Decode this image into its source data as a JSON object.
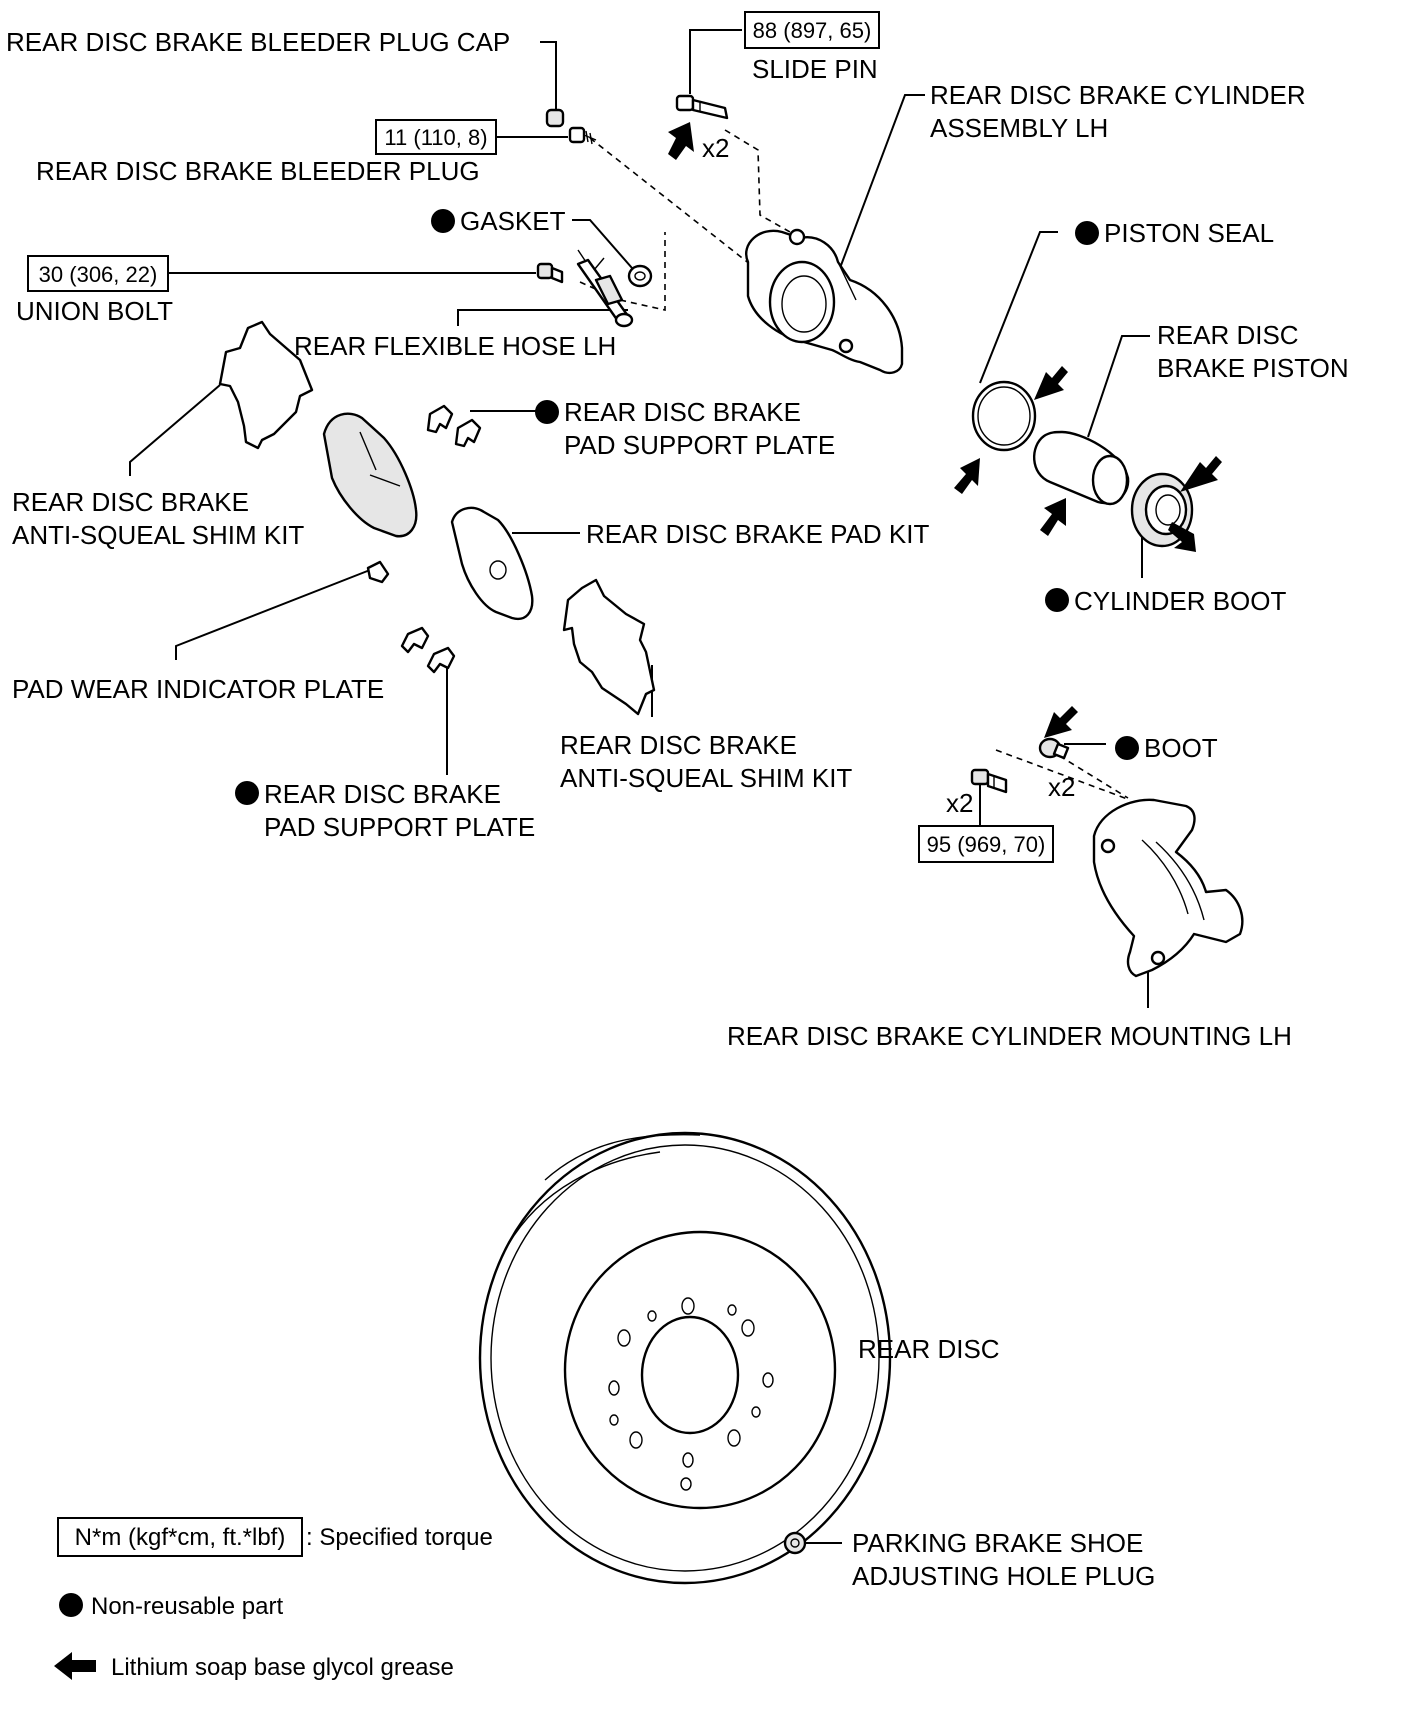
{
  "labels": {
    "bleeder_plug_cap": "REAR DISC BRAKE BLEEDER PLUG CAP",
    "bleeder_plug": "REAR DISC BRAKE BLEEDER PLUG",
    "slide_pin": "SLIDE PIN",
    "cylinder_assembly_line1": "REAR DISC BRAKE CYLINDER",
    "cylinder_assembly_line2": "ASSEMBLY LH",
    "gasket": "GASKET",
    "union_bolt": "UNION BOLT",
    "flexible_hose": "REAR FLEXIBLE HOSE LH",
    "piston_seal": "PISTON SEAL",
    "piston_line1": "REAR DISC",
    "piston_line2": "BRAKE PISTON",
    "support_plate_upper_line1": "REAR DISC BRAKE",
    "support_plate_upper_line2": "PAD SUPPORT PLATE",
    "shim_kit_left_line1": "REAR DISC BRAKE",
    "shim_kit_left_line2": "ANTI-SQUEAL SHIM KIT",
    "pad_kit": "REAR DISC BRAKE PAD KIT",
    "cylinder_boot": "CYLINDER BOOT",
    "pad_wear_indicator": "PAD WEAR INDICATOR PLATE",
    "shim_kit_right_line1": "REAR DISC BRAKE",
    "shim_kit_right_line2": "ANTI-SQUEAL SHIM KIT",
    "support_plate_lower_line1": "REAR DISC BRAKE",
    "support_plate_lower_line2": "PAD SUPPORT PLATE",
    "boot": "BOOT",
    "cylinder_mounting": "REAR DISC BRAKE CYLINDER MOUNTING LH",
    "rear_disc": "REAR DISC",
    "parking_plug_line1": "PARKING BRAKE SHOE",
    "parking_plug_line2": "ADJUSTING HOLE PLUG"
  },
  "torques": {
    "slide_pin": "88 (897, 65)",
    "bleeder_plug": "11 (110, 8)",
    "union_bolt": "30 (306, 22)",
    "mounting_bolt": "95 (969, 70)"
  },
  "quantities": {
    "slide_pin": "x2",
    "mounting_bolt": "x2",
    "boot": "x2"
  },
  "legend": {
    "torque_box": "N*m (kgf*cm, ft.*lbf)",
    "torque_text": ": Specified torque",
    "non_reusable": "Non-reusable part",
    "grease": "Lithium soap base glycol grease"
  },
  "icons": {
    "non_reusable": "filled-circle-icon",
    "grease": "grease-arrow-icon"
  }
}
